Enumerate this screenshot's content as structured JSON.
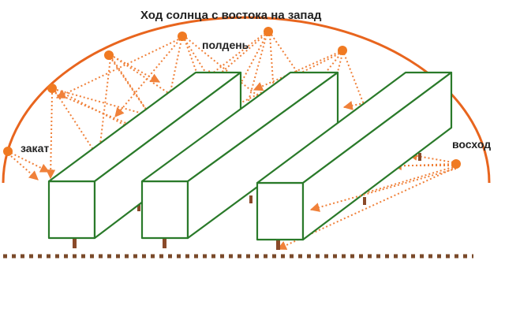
{
  "title": "Ход солнца с востока на запад",
  "labels": {
    "noon": "полдень",
    "sunset": "закат",
    "sunrise": "восход"
  },
  "colors": {
    "sun_path": "#e8651e",
    "sun": "#f07a22",
    "rays": "#f0813a",
    "beds": "#2a7a2a",
    "posts": "#8a4a2a",
    "ground": "#7a4a2a",
    "text": "#222222"
  },
  "sun_count": 7,
  "bed_count": 3
}
